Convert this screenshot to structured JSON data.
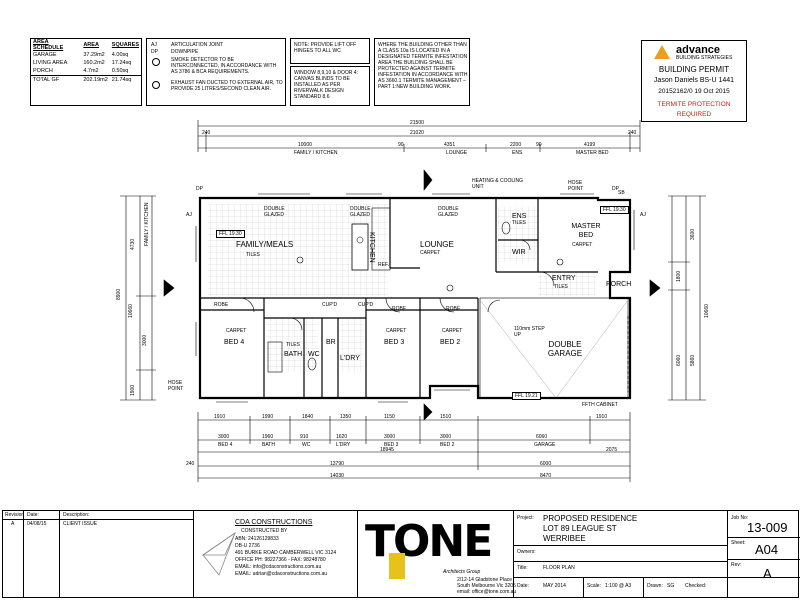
{
  "area_schedule": {
    "title": "AREA SCHEDULE",
    "headers": [
      "AREA",
      "SQUARES"
    ],
    "rows": [
      {
        "name": "GARAGE",
        "area": "37.29m2",
        "squares": "4.00sq"
      },
      {
        "name": "LIVING AREA",
        "area": "160.2m2",
        "squares": "17.24sq"
      },
      {
        "name": "PORCH",
        "area": "4.7m2",
        "squares": "0.50sq"
      },
      {
        "name": "TOTAL GF",
        "area": "202.19m2",
        "squares": "21.74sq"
      }
    ]
  },
  "legend": [
    {
      "code": "AJ",
      "text": "ARTICULATION JOINT"
    },
    {
      "code": "DP",
      "text": "DOWNPIPE"
    },
    {
      "code": "",
      "text": "SMOKE DETECTOR TO BE INTERCONNECTED, IN ACCORDANCE WITH AS 3786 & BCA REQUIREMENTS."
    },
    {
      "code": "",
      "text": "EXHAUST FAN DUCTED TO EXTERNAL AIR, TO PROVIDE 25 LITRES/SECOND CLEAN AIR."
    }
  ],
  "notes": {
    "lift_off": "NOTE: PROVIDE LIFT OFF HINGES TO ALL WC",
    "window": "WINDOW 8,9,10 & DOOR 4: CANVAS BLINDS TO BE INSTALLED AS PER RIVERWALK DESIGN STANDARD 8.6",
    "termite": "WHERE THE BUILDING OTHER THAN A CLASS 10a IS LOCATED IN A DESIGNATED TERMITE INFESTATION AREA THE BUILDING SHALL BE PROTECTED AGAINST TERMITE INFESTATION IN ACCORDANCE WITH AS 3660.1 TERMITE MANAGEMENT – PART 1:NEW BUILDING WORK."
  },
  "permit": {
    "brand": "advance",
    "brand_sub": "BUILDING STRATEGIES",
    "heading": "BUILDING PERMIT",
    "surveyor": "Jason Daniels BS-U 1441",
    "number_date": "20152162/0  19 Oct 2015",
    "termite1": "TERMITE PROTECTION",
    "termite2": "REQUIRED",
    "colors": {
      "accent": "#d31a1a",
      "brand": "#e8a11c"
    }
  },
  "plan": {
    "rooms": {
      "family_meals": "FAMILY/MEALS",
      "kitchen": "KITCHEN",
      "lounge": "LOUNGE",
      "ens": "ENS",
      "wir": "WIR",
      "master_bed": "MASTER BED",
      "porch": "PORCH",
      "entry": "ENTRY",
      "bed4": "BED 4",
      "bath": "BATH",
      "wc": "WC",
      "br": "BR",
      "bed3": "BED 3",
      "bed2": "BED 2",
      "ldry": "L'DRY",
      "double_garage": "DOUBLE GARAGE"
    },
    "labels": {
      "ffl_main": "FFL 19.30",
      "ffl_porch": "FFL 19.30",
      "ffl_garage": "FFL 19.21",
      "step_up": "110mm STEP UP",
      "heating": "HEATING & COOLING UNIT",
      "hose_point": "HOSE POINT",
      "hose_point2": "HOSE POINT",
      "ffth": "FFTH CABINET",
      "double_glazed": "DOUBLE GLAZED",
      "carpet": "CARPET",
      "tiles": "TILES",
      "robe": "ROBE",
      "cupd": "CUP'D",
      "bath_lbl": "BATH",
      "family_kitchen": "FAMILY / KITCHEN",
      "ref": "REF.",
      "sb": "SB",
      "aj": "AJ",
      "dp": "DP"
    },
    "dims_top": {
      "overall": "21500",
      "overall2": "21020",
      "d240a": "240",
      "d240b": "240",
      "d10000": "10000",
      "d4351": "4351",
      "d90": "90",
      "d2200": "2200",
      "d90b": "90",
      "d4199": "4199",
      "family_kitchen": "FAMILY / KITCHEN",
      "lounge": "LOUNGE",
      "ens": "ENS",
      "master_bed": "MASTER BED"
    },
    "dims_bottom": {
      "row1": [
        "1910",
        "1990",
        "1840",
        "1350",
        "1150",
        "1510",
        "1910"
      ],
      "row2": [
        "3000",
        "1960",
        "910",
        "1620",
        "3000",
        "3000",
        "6060"
      ],
      "row2_labels": [
        "BED 4",
        "BATH",
        "WC",
        "L'DRY",
        "BED 3",
        "BED 2",
        "GARAGE"
      ],
      "d18945": "18945",
      "d13790": "13790",
      "d6000": "6000",
      "d14030": "14030",
      "d8470": "8470",
      "d2075": "2075",
      "d240": "240"
    },
    "dims_left": [
      "4730",
      "8900",
      "3000",
      "10660",
      "1900"
    ],
    "dims_right": [
      "3600",
      "1800",
      "5860",
      "10660",
      "6060"
    ]
  },
  "title_block": {
    "rev_headers": [
      "Revision",
      "Date:",
      "Description:"
    ],
    "rev_row": {
      "rev": "A",
      "date": "04/08/15",
      "desc": "CLIENT ISSUE"
    },
    "builder": {
      "name": "CDA CONSTRUCTIONS",
      "constructed_by": "CONSTRUCTED BY",
      "abn": "ABN: 24126129833",
      "dbu": "DB-U 2736",
      "address": "491 BURKE ROAD CAMBERWELL VIC 3124",
      "office": "OFFICE PH: 98227366 - FAX: 98248780",
      "email1": "EMAIL: info@cdaconstructions.com.au",
      "email2": "EMAIL: adrian@cdaconstructions.com.au"
    },
    "tone": {
      "logo": "TONE",
      "tagline": "Architects Group",
      "address1": "2/12-14 Gladstone Place",
      "address2": "South Melbourne Vic 3205",
      "email": "email: office@tone.com.au"
    },
    "project_label": "Project:",
    "project": [
      "PROPOSED RESIDENCE",
      "LOT 89 LEAGUE ST",
      "WERRIBEE"
    ],
    "owners_label": "Owners:",
    "title_label": "Title:",
    "title": "FLOOR PLAN",
    "date_label": "Date:",
    "date": "MAY 2014",
    "scale_label": "Scale:",
    "scale": "1:100 @ A3",
    "drawn_label": "Drawn:",
    "drawn": "SG",
    "checked_label": "Checked:",
    "checked": "",
    "job_label": "Job No:",
    "job": "13-009",
    "sheet_label": "Sheet:",
    "sheet": "A04",
    "rev_label": "Rev:",
    "rev": "A"
  }
}
